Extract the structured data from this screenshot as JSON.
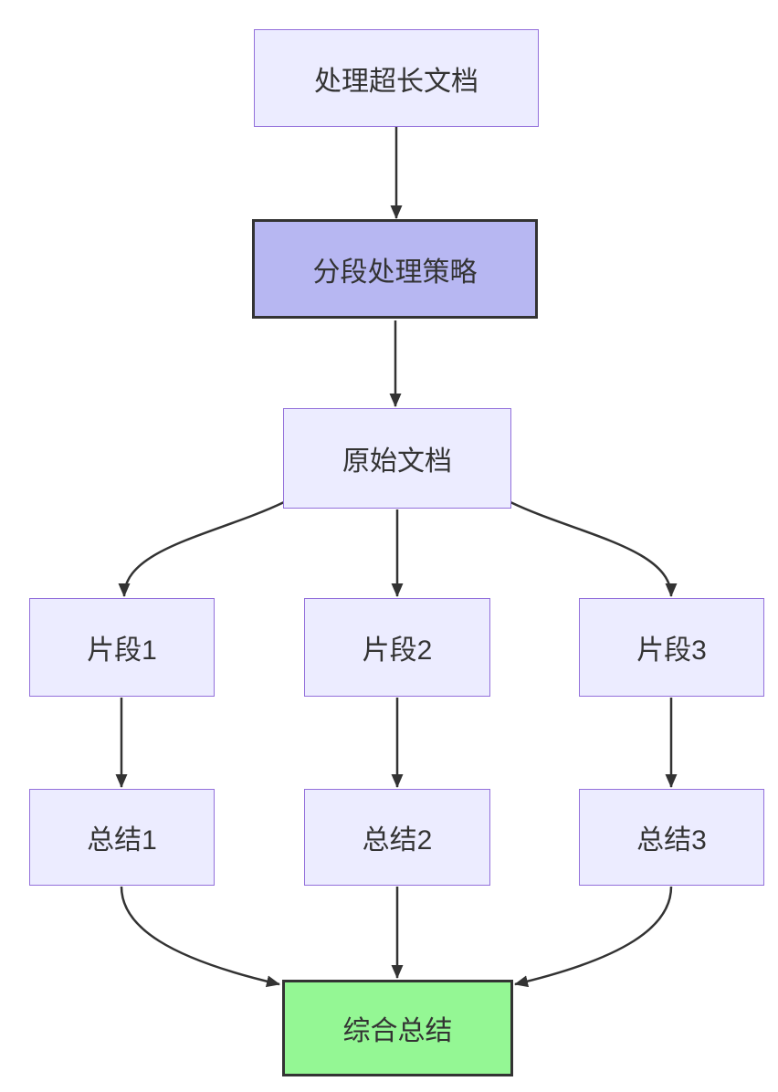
{
  "diagram": {
    "type": "flowchart",
    "direction": "top-down",
    "nodes": {
      "A": {
        "label": "处理超长文档",
        "style": "default"
      },
      "B": {
        "label": "分段处理策略",
        "style": "highlight"
      },
      "C": {
        "label": "原始文档",
        "style": "default"
      },
      "D1": {
        "label": "片段1",
        "style": "default"
      },
      "D2": {
        "label": "片段2",
        "style": "default"
      },
      "D3": {
        "label": "片段3",
        "style": "default"
      },
      "E1": {
        "label": "总结1",
        "style": "default"
      },
      "E2": {
        "label": "总结2",
        "style": "default"
      },
      "E3": {
        "label": "总结3",
        "style": "default"
      },
      "F": {
        "label": "综合总结",
        "style": "result"
      }
    },
    "edges": [
      {
        "from": "A",
        "to": "B"
      },
      {
        "from": "B",
        "to": "C"
      },
      {
        "from": "C",
        "to": "D1"
      },
      {
        "from": "C",
        "to": "D2"
      },
      {
        "from": "C",
        "to": "D3"
      },
      {
        "from": "D1",
        "to": "E1"
      },
      {
        "from": "D2",
        "to": "E2"
      },
      {
        "from": "D3",
        "to": "E3"
      },
      {
        "from": "E1",
        "to": "F"
      },
      {
        "from": "E2",
        "to": "F"
      },
      {
        "from": "E3",
        "to": "F"
      }
    ],
    "colors": {
      "background": "#ffffff",
      "edge": "#333333",
      "text": "#333333",
      "node_fill": "#ececff",
      "node_border": "#9370db",
      "highlight_fill": "#b7b7f2",
      "highlight_border": "#333333",
      "result_fill": "#94f794",
      "result_border": "#333333"
    }
  }
}
